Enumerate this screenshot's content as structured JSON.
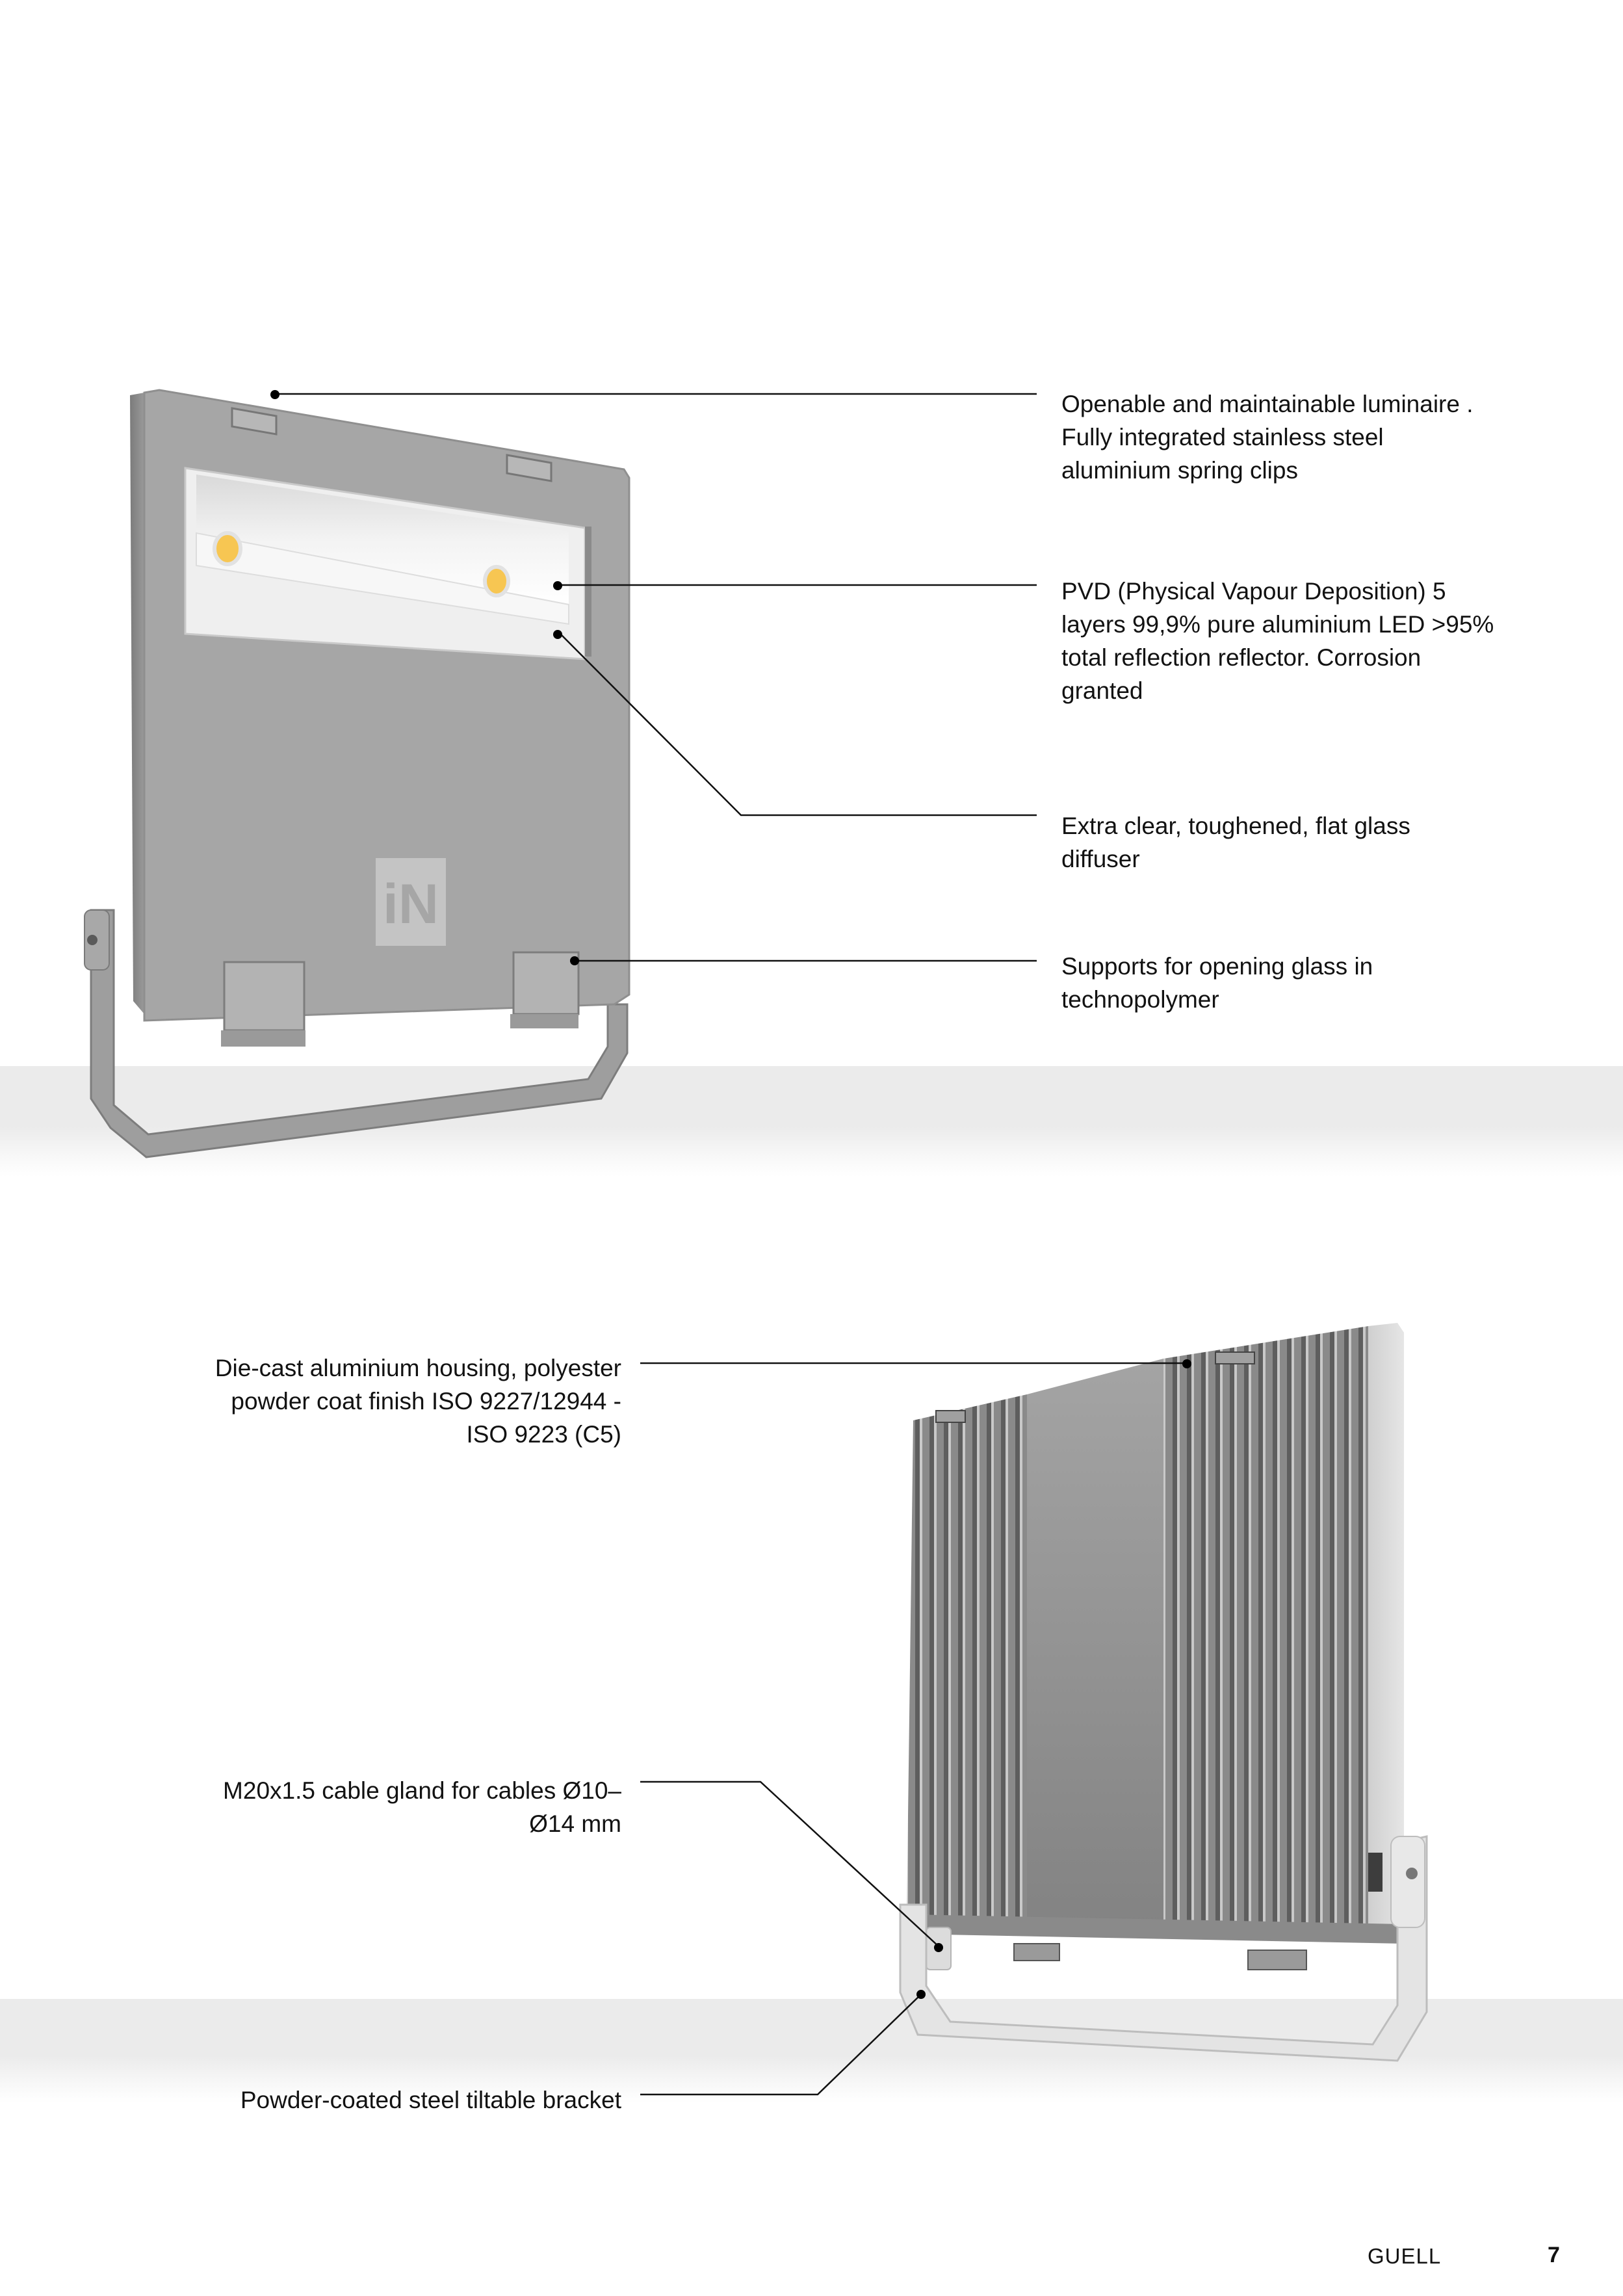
{
  "page": {
    "brand": "GUELL",
    "page_number": "7"
  },
  "front_view": {
    "logo_text": "iN",
    "callouts": [
      {
        "id": "spring-clips",
        "lines": [
          "Openable and maintainable luminaire .",
          "Fully integrated stainless steel",
          "aluminium spring clips"
        ]
      },
      {
        "id": "reflector",
        "lines": [
          "PVD (Physical Vapour Deposition) 5",
          "layers 99,9% pure aluminium LED >95%",
          "total reflection reflector. Corrosion",
          "granted"
        ]
      },
      {
        "id": "glass-diffuser",
        "lines": [
          "Extra clear, toughened, flat glass",
          "diffuser"
        ]
      },
      {
        "id": "glass-supports",
        "lines": [
          "Supports for opening glass in",
          "technopolymer"
        ]
      }
    ]
  },
  "rear_view": {
    "callouts": [
      {
        "id": "housing",
        "lines": [
          "Die-cast aluminium housing, polyester",
          "powder coat finish ISO 9227/12944 -",
          "ISO 9223 (C5)"
        ]
      },
      {
        "id": "cable-gland",
        "lines": [
          "M20x1.5 cable gland for cables Ø10–",
          "Ø14 mm"
        ]
      },
      {
        "id": "bracket",
        "lines": [
          "Powder-coated steel tiltable bracket"
        ]
      }
    ]
  },
  "colors": {
    "housing_grey": "#a6a6a6",
    "led_amber": "#f7c652",
    "floor_grey": "#ebebeb",
    "text": "#121212"
  }
}
